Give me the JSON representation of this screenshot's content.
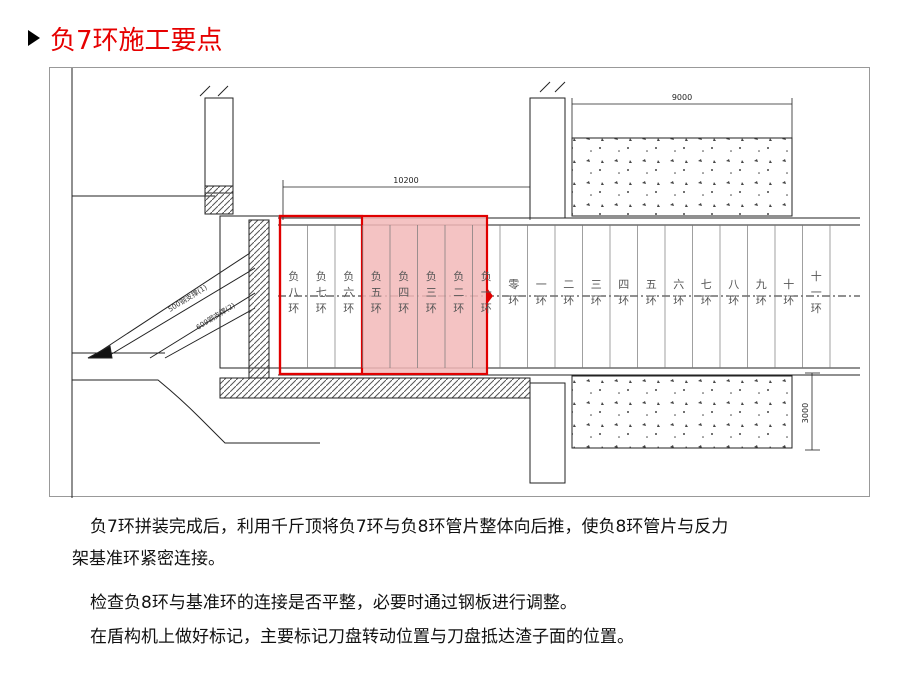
{
  "title": "负7环施工要点",
  "diagram": {
    "dim_top": "9000",
    "dim_middle": "10200",
    "dim_right": "3000",
    "brace_label_1": "500钢支撑(1)",
    "brace_label_2": "609钢支撑(2)",
    "rings": [
      "负八环",
      "负七环",
      "负六环",
      "负五环",
      "负四环",
      "负三环",
      "负二环",
      "负一环",
      "零环",
      "一环",
      "二环",
      "三环",
      "四环",
      "五环",
      "六环",
      "七环",
      "八环",
      "九环",
      "十环",
      "十一环"
    ]
  },
  "body": {
    "line1": "负7环拼装完成后，利用千斤顶将负7环与负8环管片整体向后推，使负8环管片与反力",
    "line2": "架基准环紧密连接。",
    "line3": "检查负8环与基准环的连接是否平整，必要时通过钢板进行调整。",
    "line4": "在盾构机上做好标记，主要标记刀盘转动位置与刀盘抵达渣子面的位置。"
  },
  "colors": {
    "title": "#e60000",
    "highlight": "#f2b8b8",
    "frame": "#e00000"
  }
}
